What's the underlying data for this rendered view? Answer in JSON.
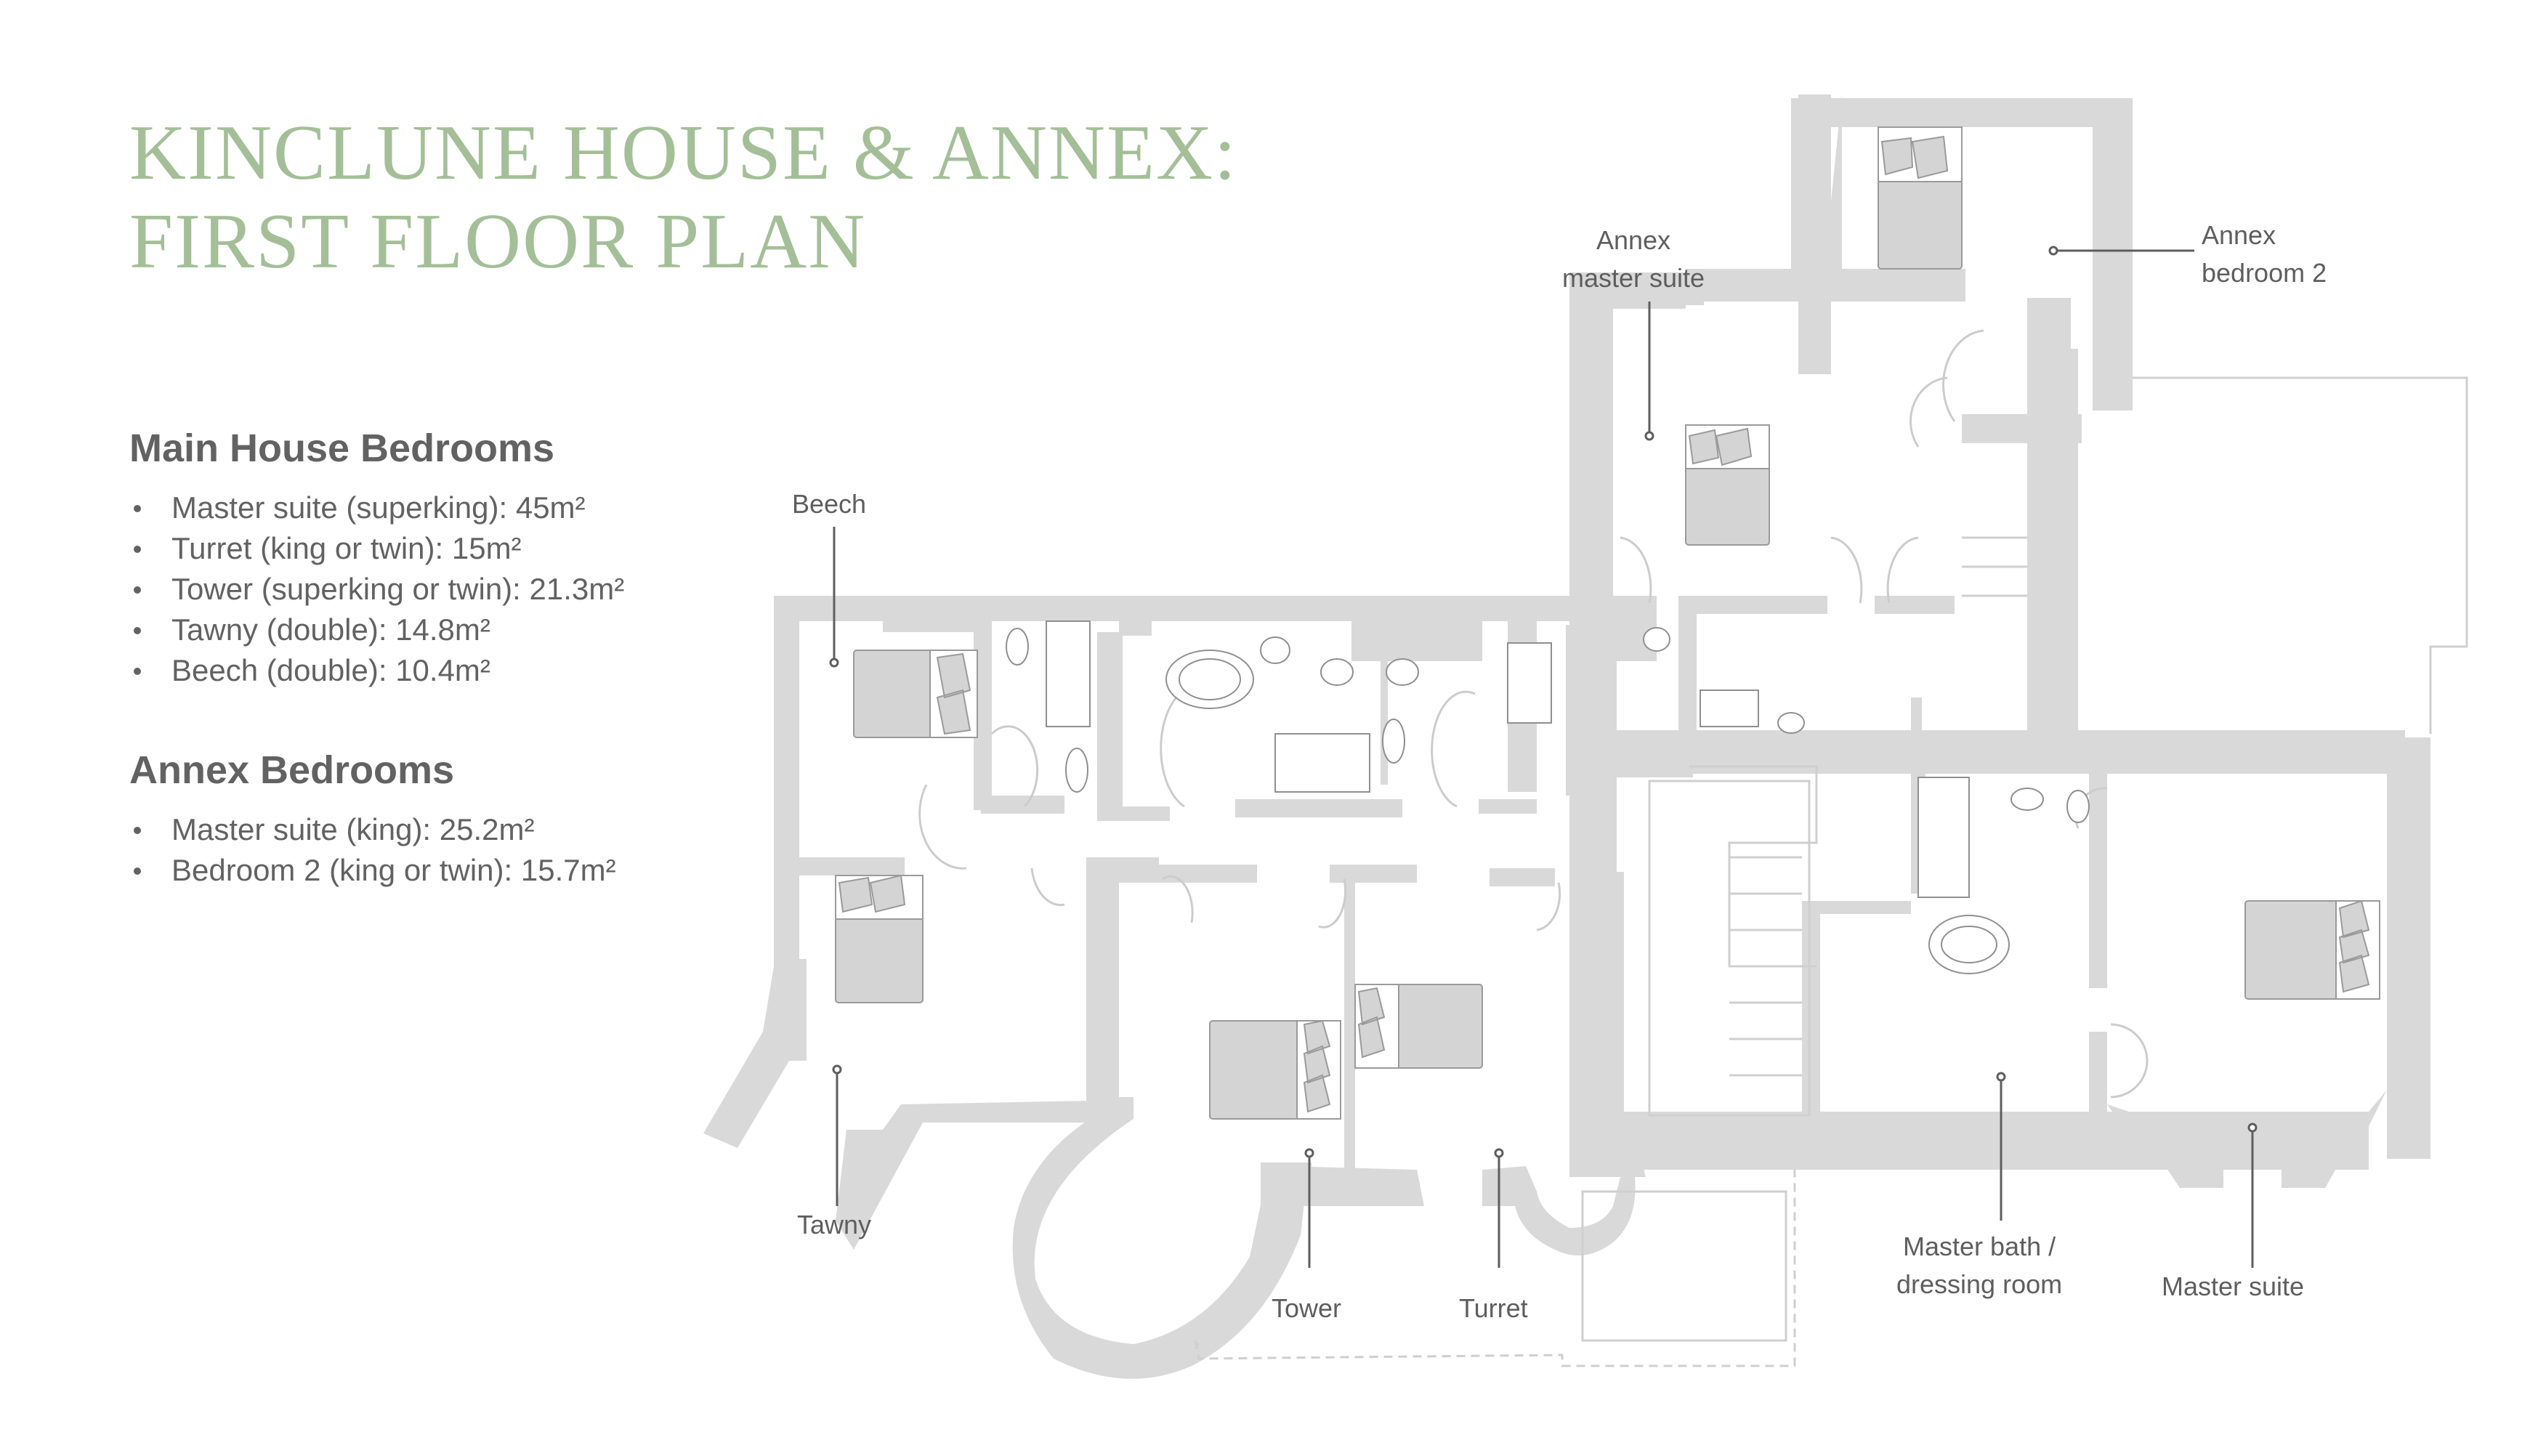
{
  "title": {
    "line1": "Kinclune House & Annex:",
    "line2": "First Floor Plan",
    "color": "#a4bf98"
  },
  "main_house": {
    "heading": "Main House Bedrooms",
    "items": [
      {
        "label": "Master suite (superking): 45m²"
      },
      {
        "label": "Turret (king or twin): 15m²"
      },
      {
        "label": "Tower (superking or twin): 21.3m²"
      },
      {
        "label": "Tawny (double): 14.8m²"
      },
      {
        "label": "Beech (double): 10.4m²"
      }
    ]
  },
  "annex": {
    "heading": "Annex Bedrooms",
    "items": [
      {
        "label": "Master suite (king): 25.2m²"
      },
      {
        "label": "Bedroom 2 (king or twin): 15.7m²"
      }
    ]
  },
  "plan": {
    "wall_color": "#d9d9d9",
    "furniture_color": "#d4d4d4",
    "line_color": "#8a8a8a",
    "labels": {
      "annex_master": {
        "line1": "Annex",
        "line2": "master suite"
      },
      "annex_bed2": {
        "line1": "Annex",
        "line2": "bedroom 2"
      },
      "beech": "Beech",
      "tawny": "Tawny",
      "tower": "Tower",
      "turret": "Turret",
      "master_bath": {
        "line1": "Master bath /",
        "line2": "dressing room"
      },
      "master_suite": "Master suite"
    }
  }
}
